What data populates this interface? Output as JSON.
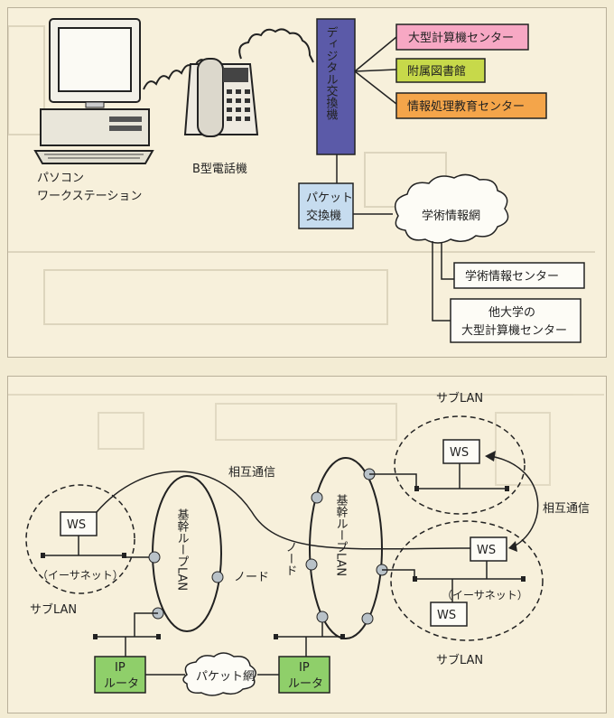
{
  "top": {
    "pc_label_line1": "パソコン",
    "pc_label_line2": "ワークステーション",
    "phone_label": "B型電話機",
    "digital_exchange": "ディジタル交換機",
    "packet_exchange_line1": "パケット",
    "packet_exchange_line2": "交換機",
    "destinations": [
      {
        "label": "大型計算機センター",
        "color": "#f7a8c4"
      },
      {
        "label": "附属図書館",
        "color": "#c7d94a"
      },
      {
        "label": "情報処理教育センター",
        "color": "#f4a54a"
      }
    ],
    "academic_network": "学術情報網",
    "academic_center": "学術情報センター",
    "other_univ_line1": "他大学の",
    "other_univ_line2": "大型計算機センター",
    "colors": {
      "digital_exchange": "#5b5aa8",
      "packet_exchange": "#c6dcef"
    }
  },
  "bottom": {
    "mutual_comm_top": "相互通信",
    "mutual_comm_right": "相互通信",
    "sub_lan_left": "サブLAN",
    "sub_lan_top_right": "サブLAN",
    "sub_lan_bottom_right": "サブLAN",
    "ws": "WS",
    "ethernet_left": "（イーサネット）",
    "ethernet_right": "（イーサネット）",
    "backbone_loop": "基幹ループLAN",
    "node_left": "ノード",
    "node_right": "ノード",
    "router_line1": "IP",
    "router_line2": "ルータ",
    "packet_network": "パケット網",
    "colors": {
      "router": "#8fcf6a",
      "node": "#b9c2c8"
    }
  }
}
